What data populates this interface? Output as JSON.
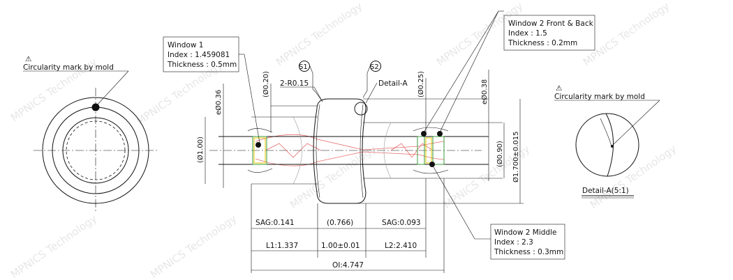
{
  "watermark": "MPNICS Technology",
  "warning_symbol": "⚠",
  "circularity_left": "Circularity mark by mold",
  "circularity_right": "Circularity mark by mold",
  "detail_view_label": "Detail-A(5:1)",
  "window1": {
    "title": "Window 1",
    "index": "Index : 1.459081",
    "thickness": "Thickness : 0.5mm"
  },
  "window2_fb": {
    "title": "Window 2 Front & Back",
    "index": "Index : 1.5",
    "thickness": "Thickness : 0.2mm"
  },
  "window2_mid": {
    "title": "Window 2 Middle",
    "index": "Index : 2.3",
    "thickness": "Thickness : 0.3mm"
  },
  "surface_s1": "S1",
  "surface_s2": "S2",
  "radius_label": "2-R0.15",
  "detail_a_label": "Detail-A",
  "dims": {
    "phi036": "eØ0.36",
    "d020": "(Ø0.20)",
    "d025": "(Ø0.25)",
    "phi038": "eØ0.38",
    "d100": "(Ø1.00)",
    "d090": "(Ø0.90)",
    "d1700": "Ø1.700±0.015",
    "sag1": "SAG:0.141",
    "sag2": "SAG:0.093",
    "w0766": "(0.766)",
    "l1": "L1:1.337",
    "center": "1.00±0.01",
    "l2": "L2:2.410",
    "ol": "OI:4.747"
  }
}
